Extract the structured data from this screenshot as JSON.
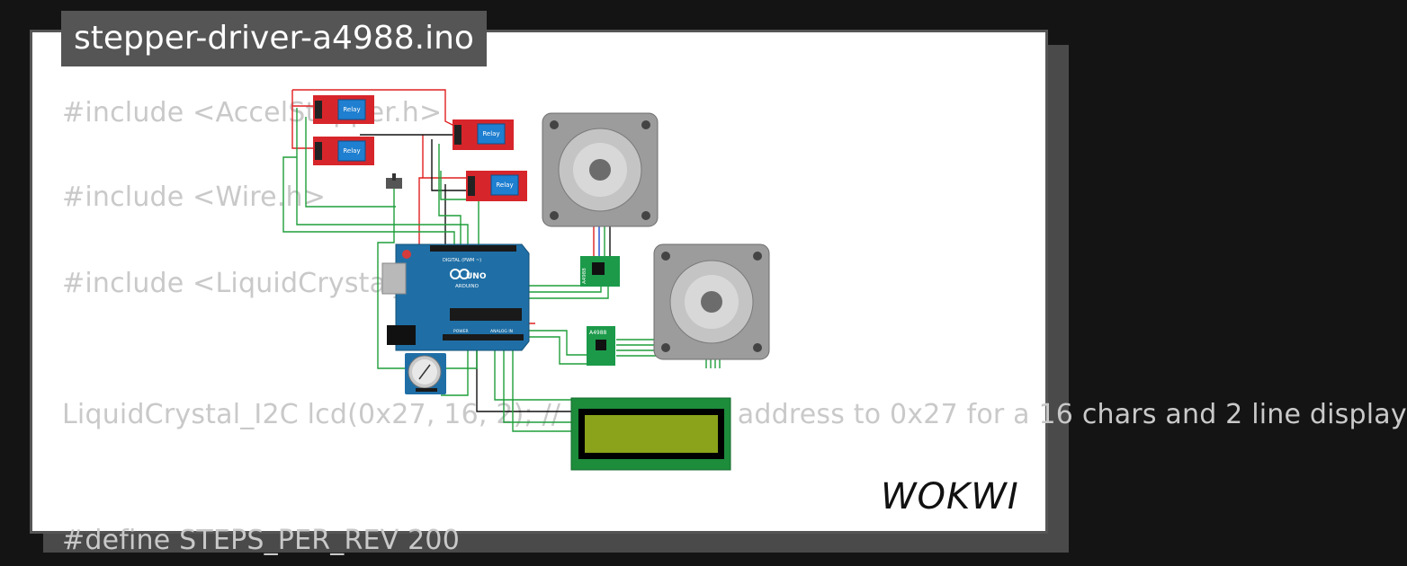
{
  "project": {
    "title": "stepper-driver-a4988.ino"
  },
  "code_lines": [
    "#include <AccelStepper.h>",
    "#include <Wire.h>",
    "#include <LiquidCrystal_I2C.h>",
    "LiquidCrystal_I2C lcd(0x27, 16, 2); // set the LCD address to 0x27 for a 16 chars and 2 line display",
    "#define STEPS_PER_REV 200"
  ],
  "components": {
    "relay_label": "Relay",
    "board_name": "UNO",
    "board_brand": "ARDUINO",
    "digital_header": "DIGITAL (PWM ~)",
    "analog_header": "ANALOG IN",
    "driver_label": "A4988",
    "power_header": "POWER"
  },
  "brand": {
    "logo": "WOKWI"
  },
  "colors": {
    "background": "#141414",
    "card": "#ffffff",
    "title_bg": "#555555",
    "relay_red": "#d7262b",
    "relay_blue": "#1f7fd0",
    "arduino_blue": "#1f6fa6",
    "driver_green": "#1c9a4a",
    "lcd_green": "#1d8c3b",
    "lcd_screen": "#8aa31a",
    "wire_green": "#1f9e3a",
    "wire_red": "#e02020",
    "wire_black": "#111111",
    "motor_gray": "#9c9c9c"
  }
}
